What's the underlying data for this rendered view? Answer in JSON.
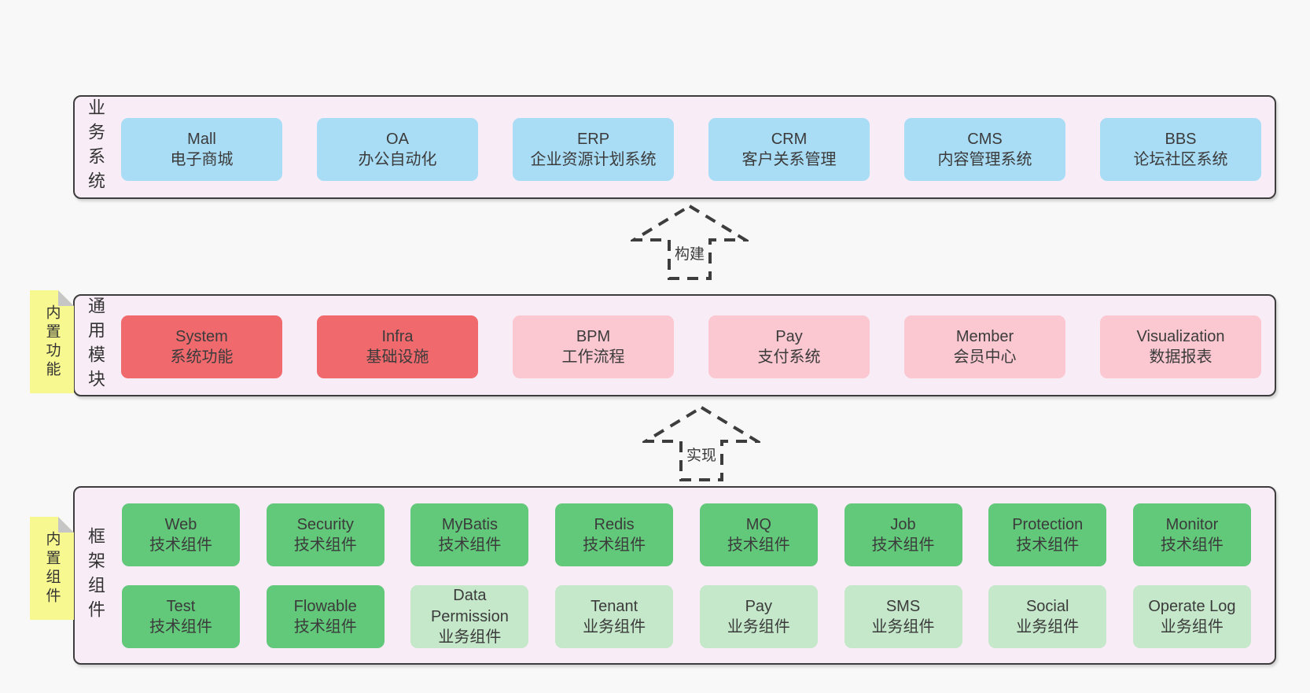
{
  "colors": {
    "page_background": "#f8f8f8",
    "panel_background": "#f8edf6",
    "panel_border": "#3d3d3d",
    "business_box": "#a9dcf5",
    "core_module_box": "#f0696d",
    "optional_module_box": "#fbc8d1",
    "tech_component_box": "#62c87a",
    "biz_component_box": "#c5e8ca",
    "sticky_note": "#f8f890",
    "sticky_fold": "#c6c6c6",
    "text": "#3b3b3b"
  },
  "arrows": [
    {
      "label": "构建"
    },
    {
      "label": "实现"
    }
  ],
  "layers": [
    {
      "label": "业务系统",
      "boxes": [
        {
          "title": "Mall",
          "subtitle": "电子商城"
        },
        {
          "title": "OA",
          "subtitle": "办公自动化"
        },
        {
          "title": "ERP",
          "subtitle": "企业资源计划系统"
        },
        {
          "title": "CRM",
          "subtitle": "客户关系管理"
        },
        {
          "title": "CMS",
          "subtitle": "内容管理系统"
        },
        {
          "title": "BBS",
          "subtitle": "论坛社区系统"
        }
      ]
    },
    {
      "label": "通用模块",
      "sticky": "内置功能",
      "boxes": [
        {
          "title": "System",
          "subtitle": "系统功能"
        },
        {
          "title": "Infra",
          "subtitle": "基础设施"
        },
        {
          "title": "BPM",
          "subtitle": "工作流程"
        },
        {
          "title": "Pay",
          "subtitle": "支付系统"
        },
        {
          "title": "Member",
          "subtitle": "会员中心"
        },
        {
          "title": "Visualization",
          "subtitle": "数据报表"
        }
      ]
    },
    {
      "label": "框架组件",
      "sticky": "内置组件",
      "rows": [
        [
          {
            "title": "Web",
            "subtitle": "技术组件"
          },
          {
            "title": "Security",
            "subtitle": "技术组件"
          },
          {
            "title": "MyBatis",
            "subtitle": "技术组件"
          },
          {
            "title": "Redis",
            "subtitle": "技术组件"
          },
          {
            "title": "MQ",
            "subtitle": "技术组件"
          },
          {
            "title": "Job",
            "subtitle": "技术组件"
          },
          {
            "title": "Protection",
            "subtitle": "技术组件"
          },
          {
            "title": "Monitor",
            "subtitle": "技术组件"
          }
        ],
        [
          {
            "title": "Test",
            "subtitle": "技术组件"
          },
          {
            "title": "Flowable",
            "subtitle": "技术组件"
          },
          {
            "title": "Data Permission",
            "subtitle": "业务组件"
          },
          {
            "title": "Tenant",
            "subtitle": "业务组件"
          },
          {
            "title": "Pay",
            "subtitle": "业务组件"
          },
          {
            "title": "SMS",
            "subtitle": "业务组件"
          },
          {
            "title": "Social",
            "subtitle": "业务组件"
          },
          {
            "title": "Operate Log",
            "subtitle": "业务组件"
          }
        ]
      ]
    }
  ]
}
